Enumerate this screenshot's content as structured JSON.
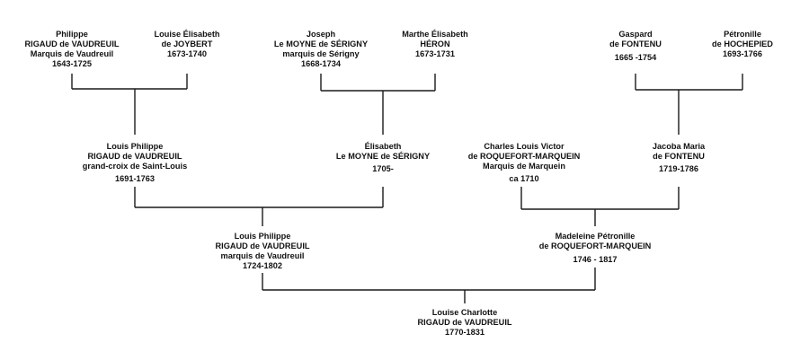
{
  "people": {
    "philippe": {
      "lines": [
        "Philippe",
        "RIGAUD de VAUDREUIL",
        "Marquis de Vaudreuil",
        "1643-1725"
      ]
    },
    "louise_elisabeth": {
      "lines": [
        "Louise Élisabeth",
        "de JOYBERT",
        "1673-1740"
      ]
    },
    "joseph": {
      "lines": [
        "Joseph",
        "Le MOYNE de SÉRIGNY",
        "marquis de Sérigny",
        "1668-1734"
      ]
    },
    "marthe": {
      "lines": [
        "Marthe Élisabeth",
        "HÉRON",
        "1673-1731"
      ]
    },
    "gaspard": {
      "lines": [
        "Gaspard",
        "de FONTENU",
        "1665 -1754"
      ]
    },
    "petronille": {
      "lines": [
        "Pétronille",
        "de HOCHEPIED",
        "1693-1766"
      ]
    },
    "louis_philippe_sr": {
      "lines": [
        "Louis Philippe",
        "RIGAUD de VAUDREUIL",
        "grand-croix de Saint-Louis",
        "1691-1763"
      ]
    },
    "elisabeth": {
      "lines": [
        "Élisabeth",
        "Le MOYNE de SÉRIGNY",
        "1705-"
      ]
    },
    "charles": {
      "lines": [
        "Charles Louis Victor",
        "de ROQUEFORT-MARQUEIN",
        "Marquis de Marquein",
        "ca  1710"
      ]
    },
    "jacoba": {
      "lines": [
        "Jacoba Maria",
        "de FONTENU",
        "1719-1786"
      ]
    },
    "louis_philippe_jr": {
      "lines": [
        "Louis Philippe",
        "RIGAUD de VAUDREUIL",
        "marquis de Vaudreuil",
        "1724-1802"
      ]
    },
    "madeleine": {
      "lines": [
        "Madeleine Pétronille",
        "de ROQUEFORT-MARQUEIN",
        "",
        "1746 - 1817"
      ]
    },
    "louise_charlotte": {
      "lines": [
        "Louise Charlotte",
        "RIGAUD de VAUDREUIL",
        "1770-1831"
      ]
    }
  }
}
